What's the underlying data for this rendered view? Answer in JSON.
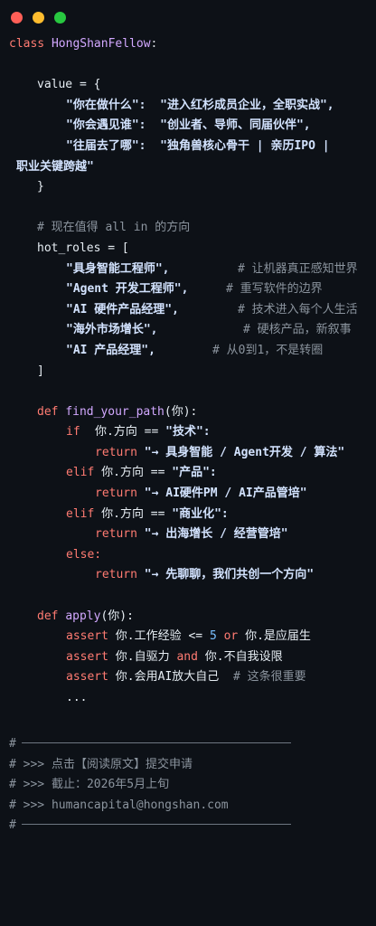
{
  "window": {
    "controls": [
      "close",
      "minimize",
      "maximize"
    ]
  },
  "code": {
    "class_kw": "class",
    "class_name": "HongShanFellow",
    "colon": ":",
    "value_line": "value = {",
    "value_items": [
      {
        "key": "\"你在做什么\":",
        "val": "\"进入红杉成员企业，全职实战\","
      },
      {
        "key": "\"你会遇见谁\":",
        "val": "\"创业者、导师、同届伙伴\","
      },
      {
        "key": "\"往届去了哪\":",
        "val": "\"独角兽核心骨干 | 亲历IPO |"
      }
    ],
    "value_wrap": "职业关键跨越\"",
    "value_close": "}",
    "roles_comment": "# 现在值得 all in 的方向",
    "roles_open": "hot_roles = [",
    "roles": [
      {
        "name": "\"具身智能工程师\",",
        "comment": "# 让机器真正感知世界"
      },
      {
        "name": "\"Agent 开发工程师\",",
        "comment": "# 重写软件的边界"
      },
      {
        "name": "\"AI 硬件产品经理\",",
        "comment": "# 技术进入每个人生活"
      },
      {
        "name": "\"海外市场增长\",",
        "comment": "# 硬核产品，新叙事"
      },
      {
        "name": "\"AI 产品经理\",",
        "comment": "# 从0到1，不是转圈"
      }
    ],
    "roles_close": "]",
    "def_kw": "def",
    "fn1": "find_your_path",
    "fn1_args": "(你):",
    "if_kw": "if",
    "elif_kw": "elif",
    "else_kw": "else:",
    "return_kw": "return",
    "cond_prefix": "你.方向 == ",
    "branches": [
      {
        "cond": "\"技术\":",
        "ret": "\"→ 具身智能 / Agent开发 / 算法\""
      },
      {
        "cond": "\"产品\":",
        "ret": "\"→ AI硬件PM / AI产品管培\""
      },
      {
        "cond": "\"商业化\":",
        "ret": "\"→ 出海增长 / 经营管培\""
      }
    ],
    "else_ret": "\"→ 先聊聊，我们共创一个方向\"",
    "fn2": "apply",
    "fn2_args": "(你):",
    "assert_kw": "assert",
    "assert1_a": "你.工作经验 <= ",
    "assert1_num": "5",
    "assert1_or": "or",
    "assert1_b": "你.是应届生",
    "assert2_a": "你.自驱力 ",
    "assert2_and": "and",
    "assert2_b": "你.不自我设限",
    "assert3_a": "你.会用AI放大自己  ",
    "assert3_cmt": "# 这条很重要",
    "ellipsis": "..."
  },
  "footer": {
    "hash": "#",
    "lines": [
      "# >>> 点击【阅读原文】提交申请",
      "# >>> 截止：2026年5月上旬",
      "# >>> humancapital@hongshan.com"
    ]
  },
  "colors": {
    "background": "#0d1117",
    "keyword": "#ff7b72",
    "function": "#d2a8ff",
    "string": "#d3e3ff",
    "comment": "#8b949e",
    "number": "#79c0ff"
  }
}
